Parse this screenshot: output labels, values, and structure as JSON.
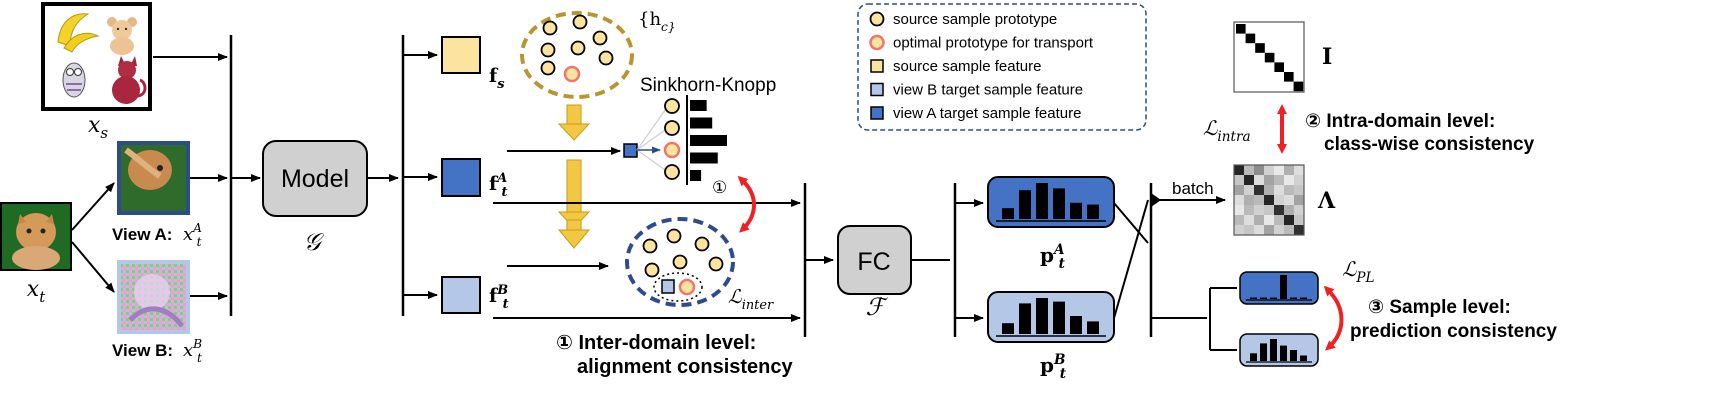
{
  "colors": {
    "source_feature": "#fbe3a0",
    "target_A": "#4472c4",
    "target_B": "#b4c7e7",
    "prototype_fill": "#fbe3a0",
    "optimal_ring": "#f2756b",
    "ellipse_gold": "#b8962e",
    "ellipse_navy": "#2e4c8c",
    "red_arrow": "#ee2222",
    "gold_arrow": "#f2c842",
    "model_gray": "#d0d0d0"
  },
  "inputs": {
    "xs": "x_s",
    "xt": "x_t",
    "viewA_label": "View A:",
    "viewA_var": "x_t^A",
    "viewB_label": "View B:",
    "viewB_var": "x_t^B"
  },
  "model": {
    "label": "Model",
    "symbol": "𝒢"
  },
  "fc": {
    "label": "FC",
    "symbol": "ℱ"
  },
  "features": {
    "fs": "f_s",
    "ftA": "f_t^A",
    "ftB": "f_t^B",
    "hc": "{h_c}"
  },
  "sinkhorn": {
    "title": "Sinkhorn-Knopp",
    "histogram": [
      0.45,
      0.6,
      1.0,
      0.75,
      0.3
    ]
  },
  "legend": [
    {
      "icon": "prototype",
      "label": "source sample prototype"
    },
    {
      "icon": "optimal",
      "label": "optimal prototype for transport"
    },
    {
      "icon": "source",
      "label": "source sample feature"
    },
    {
      "icon": "viewB",
      "label": "view B target sample feature"
    },
    {
      "icon": "viewA",
      "label": "view A target sample feature"
    }
  ],
  "losses": {
    "inter": "ℒ_inter",
    "intra": "ℒ_intra",
    "pl": "ℒ_PL",
    "circle_one": "①"
  },
  "levels": {
    "inter_line1": "① Inter-domain level:",
    "inter_line2": "alignment consistency",
    "intra_line1": "② Intra-domain level:",
    "intra_line2": "class-wise consistency",
    "sample_line1": "③ Sample level:",
    "sample_line2": "prediction consistency"
  },
  "predictions": {
    "pA": "p_t^A",
    "pB": "p_t^B",
    "pA_bars": [
      0.3,
      0.8,
      1.0,
      0.85,
      0.45,
      0.4
    ],
    "pB_bars": [
      0.3,
      0.85,
      1.0,
      0.9,
      0.5,
      0.35
    ]
  },
  "batch": {
    "label": "batch",
    "identity": "I",
    "lambda": "Λ",
    "lambda_matrix": [
      [
        0.95,
        0.3,
        0.5,
        0.2,
        0.1,
        0.35,
        0.15
      ],
      [
        0.25,
        0.95,
        0.15,
        0.4,
        0.3,
        0.1,
        0.2
      ],
      [
        0.4,
        0.2,
        0.9,
        0.35,
        0.15,
        0.3,
        0.25
      ],
      [
        0.15,
        0.35,
        0.3,
        0.95,
        0.2,
        0.15,
        0.4
      ],
      [
        0.1,
        0.3,
        0.2,
        0.25,
        0.9,
        0.35,
        0.2
      ],
      [
        0.3,
        0.15,
        0.35,
        0.1,
        0.3,
        0.95,
        0.25
      ],
      [
        0.2,
        0.25,
        0.15,
        0.4,
        0.2,
        0.3,
        0.9
      ]
    ]
  },
  "pl_small": {
    "A_bars": [
      0.0,
      0.05,
      0.05,
      1.0,
      0.05,
      0.05
    ],
    "B_bars": [
      0.35,
      0.8,
      1.0,
      0.7,
      0.5,
      0.25
    ]
  }
}
